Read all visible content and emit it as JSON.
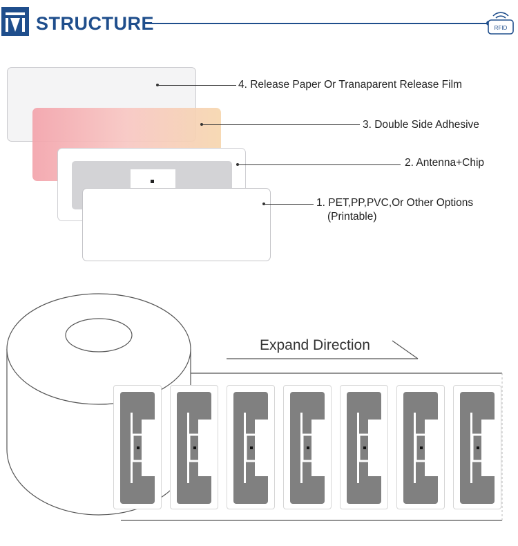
{
  "header": {
    "title": "STRUCTURE",
    "badge_text": "RFID"
  },
  "layers": [
    {
      "label": "4. Release Paper Or Tranaparent Release Film"
    },
    {
      "label": "3. Double Side Adhesive"
    },
    {
      "label": "2. Antenna+Chip"
    },
    {
      "label_line1": "1. PET,PP,PVC,Or Other Options",
      "label_line2": "(Printable)"
    }
  ],
  "roll": {
    "expand_label": "Expand Direction",
    "tag_count": 7
  },
  "colors": {
    "brand": "#1f4e8c",
    "adhesive_start": "#f3a3ab",
    "adhesive_end": "#f6d6ae",
    "antenna": "#808080"
  }
}
